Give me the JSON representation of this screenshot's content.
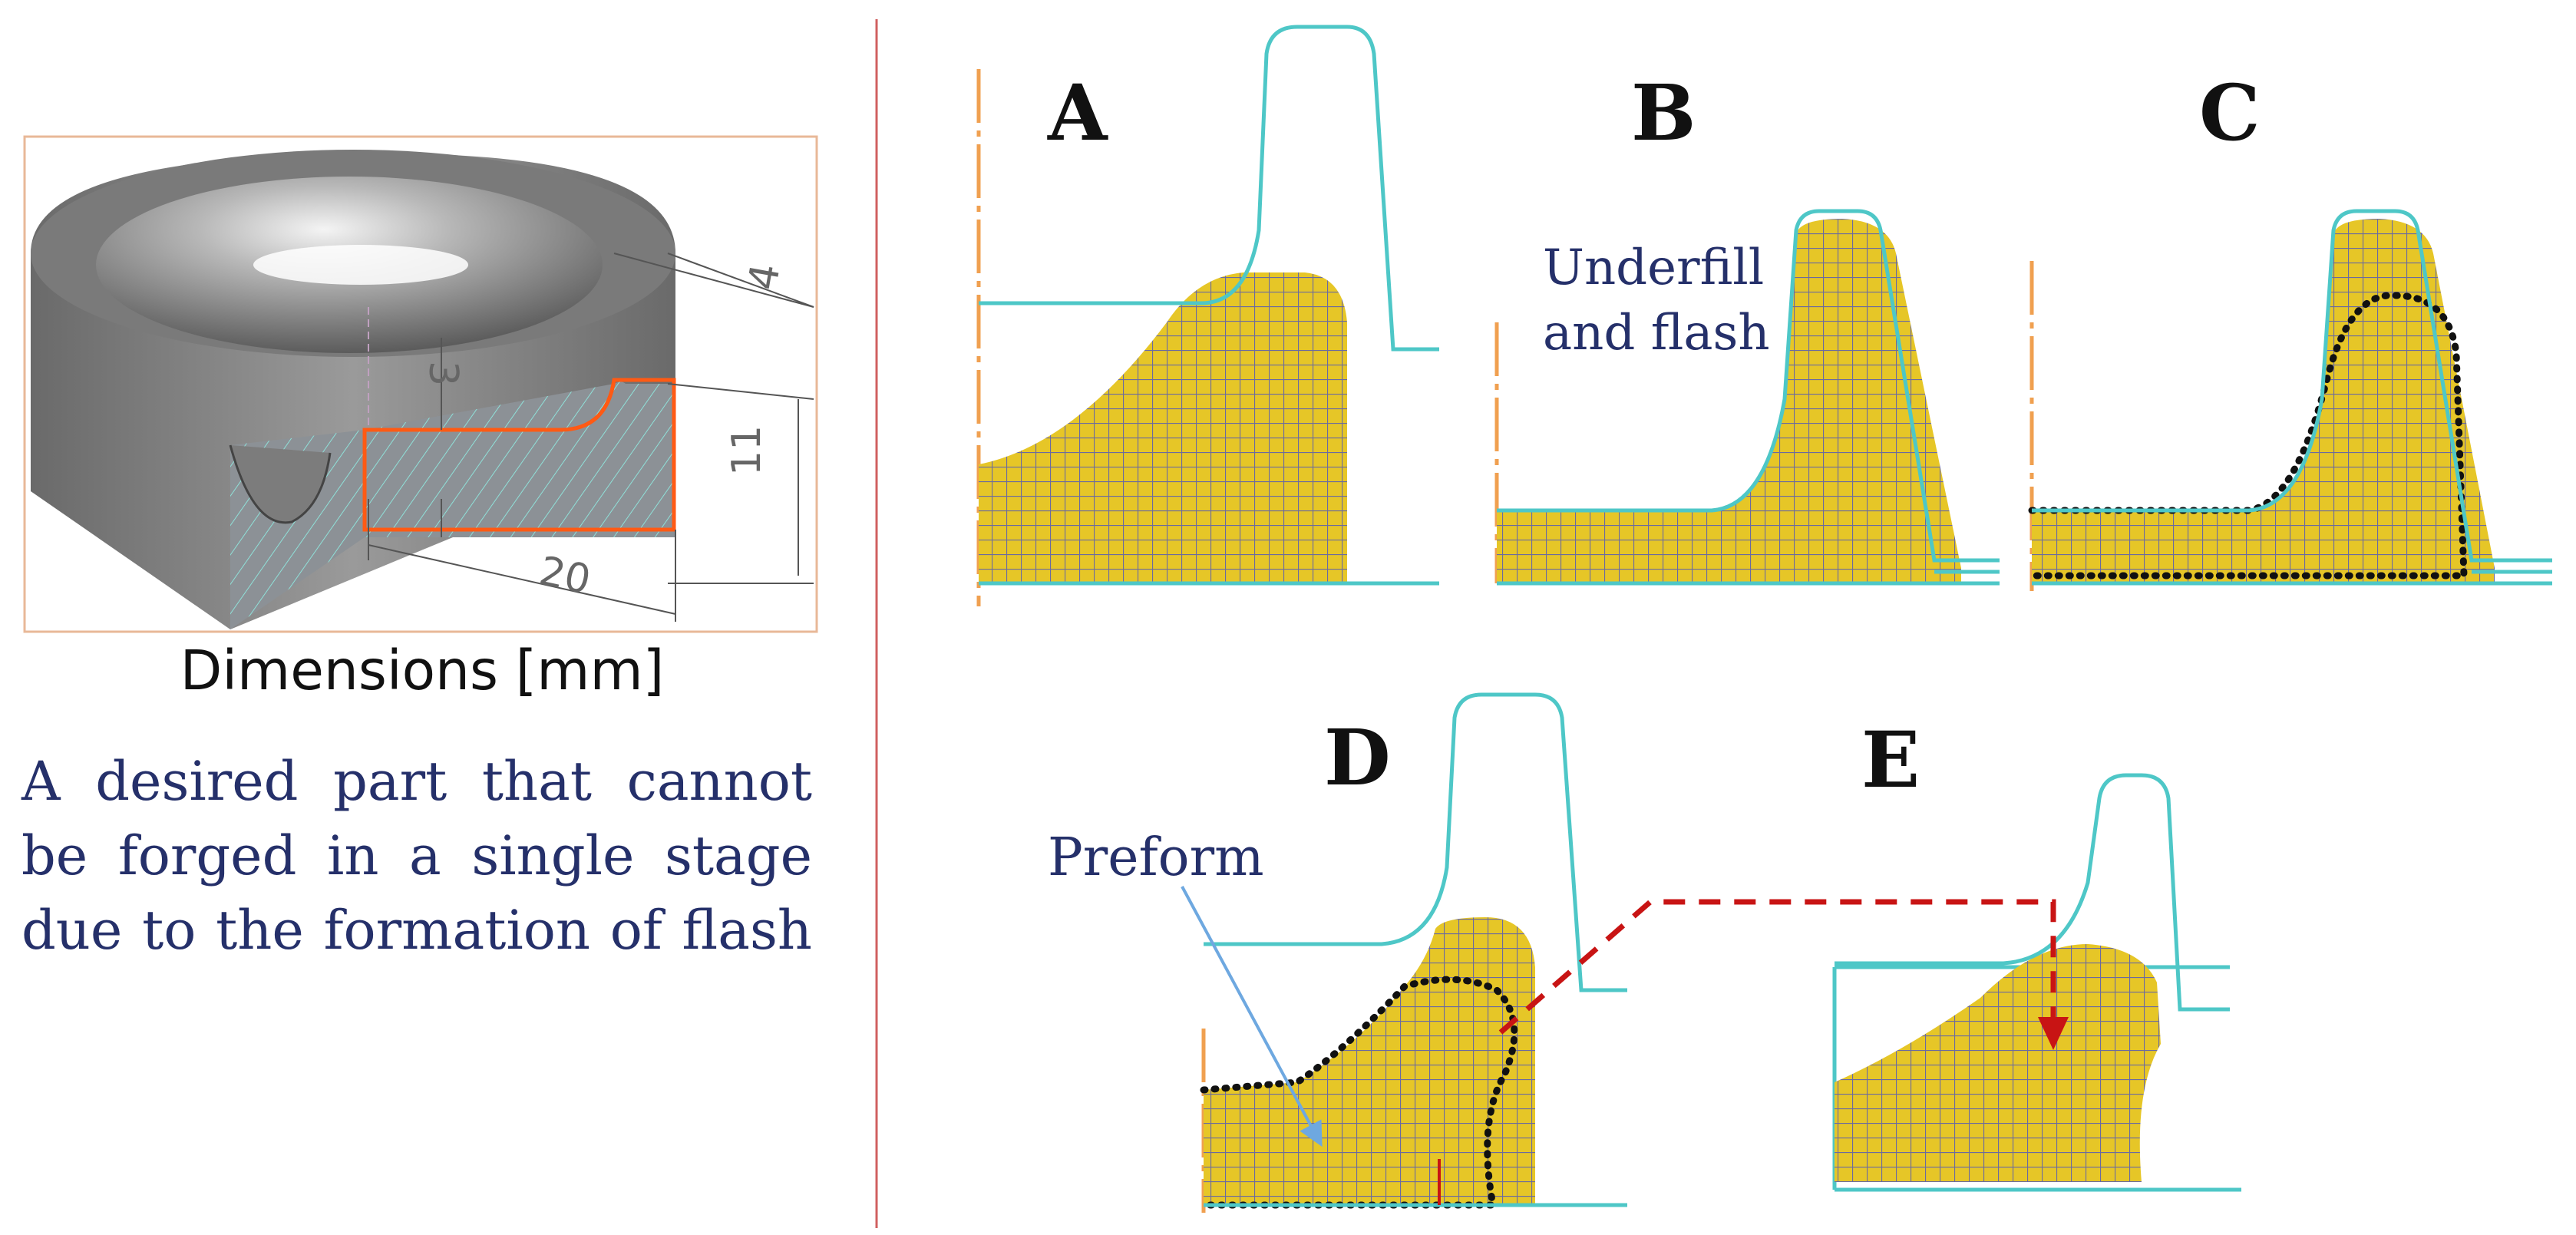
{
  "left_panel": {
    "dimensions_caption": "Dimensions [mm]",
    "dim_labels": [
      "4",
      "3",
      "11",
      "20"
    ],
    "description_lines": [
      "A desired part that cannot",
      "be forged in a single stage",
      "due to the formation of flash"
    ]
  },
  "stages": {
    "a": "A",
    "b": "B",
    "c": "C",
    "d": "D",
    "e": "E"
  },
  "annotations": {
    "underfill_1": "Underfill",
    "underfill_2": "and flash",
    "preform": "Preform"
  },
  "colors": {
    "die": "#4ec7c7",
    "mesh_fill": "#e6c627",
    "mesh_line": "#6a6aa0",
    "text_blue": "#25306a",
    "arrow_red": "#c81414",
    "divider": "#d06060",
    "frame": "#e8b898"
  }
}
